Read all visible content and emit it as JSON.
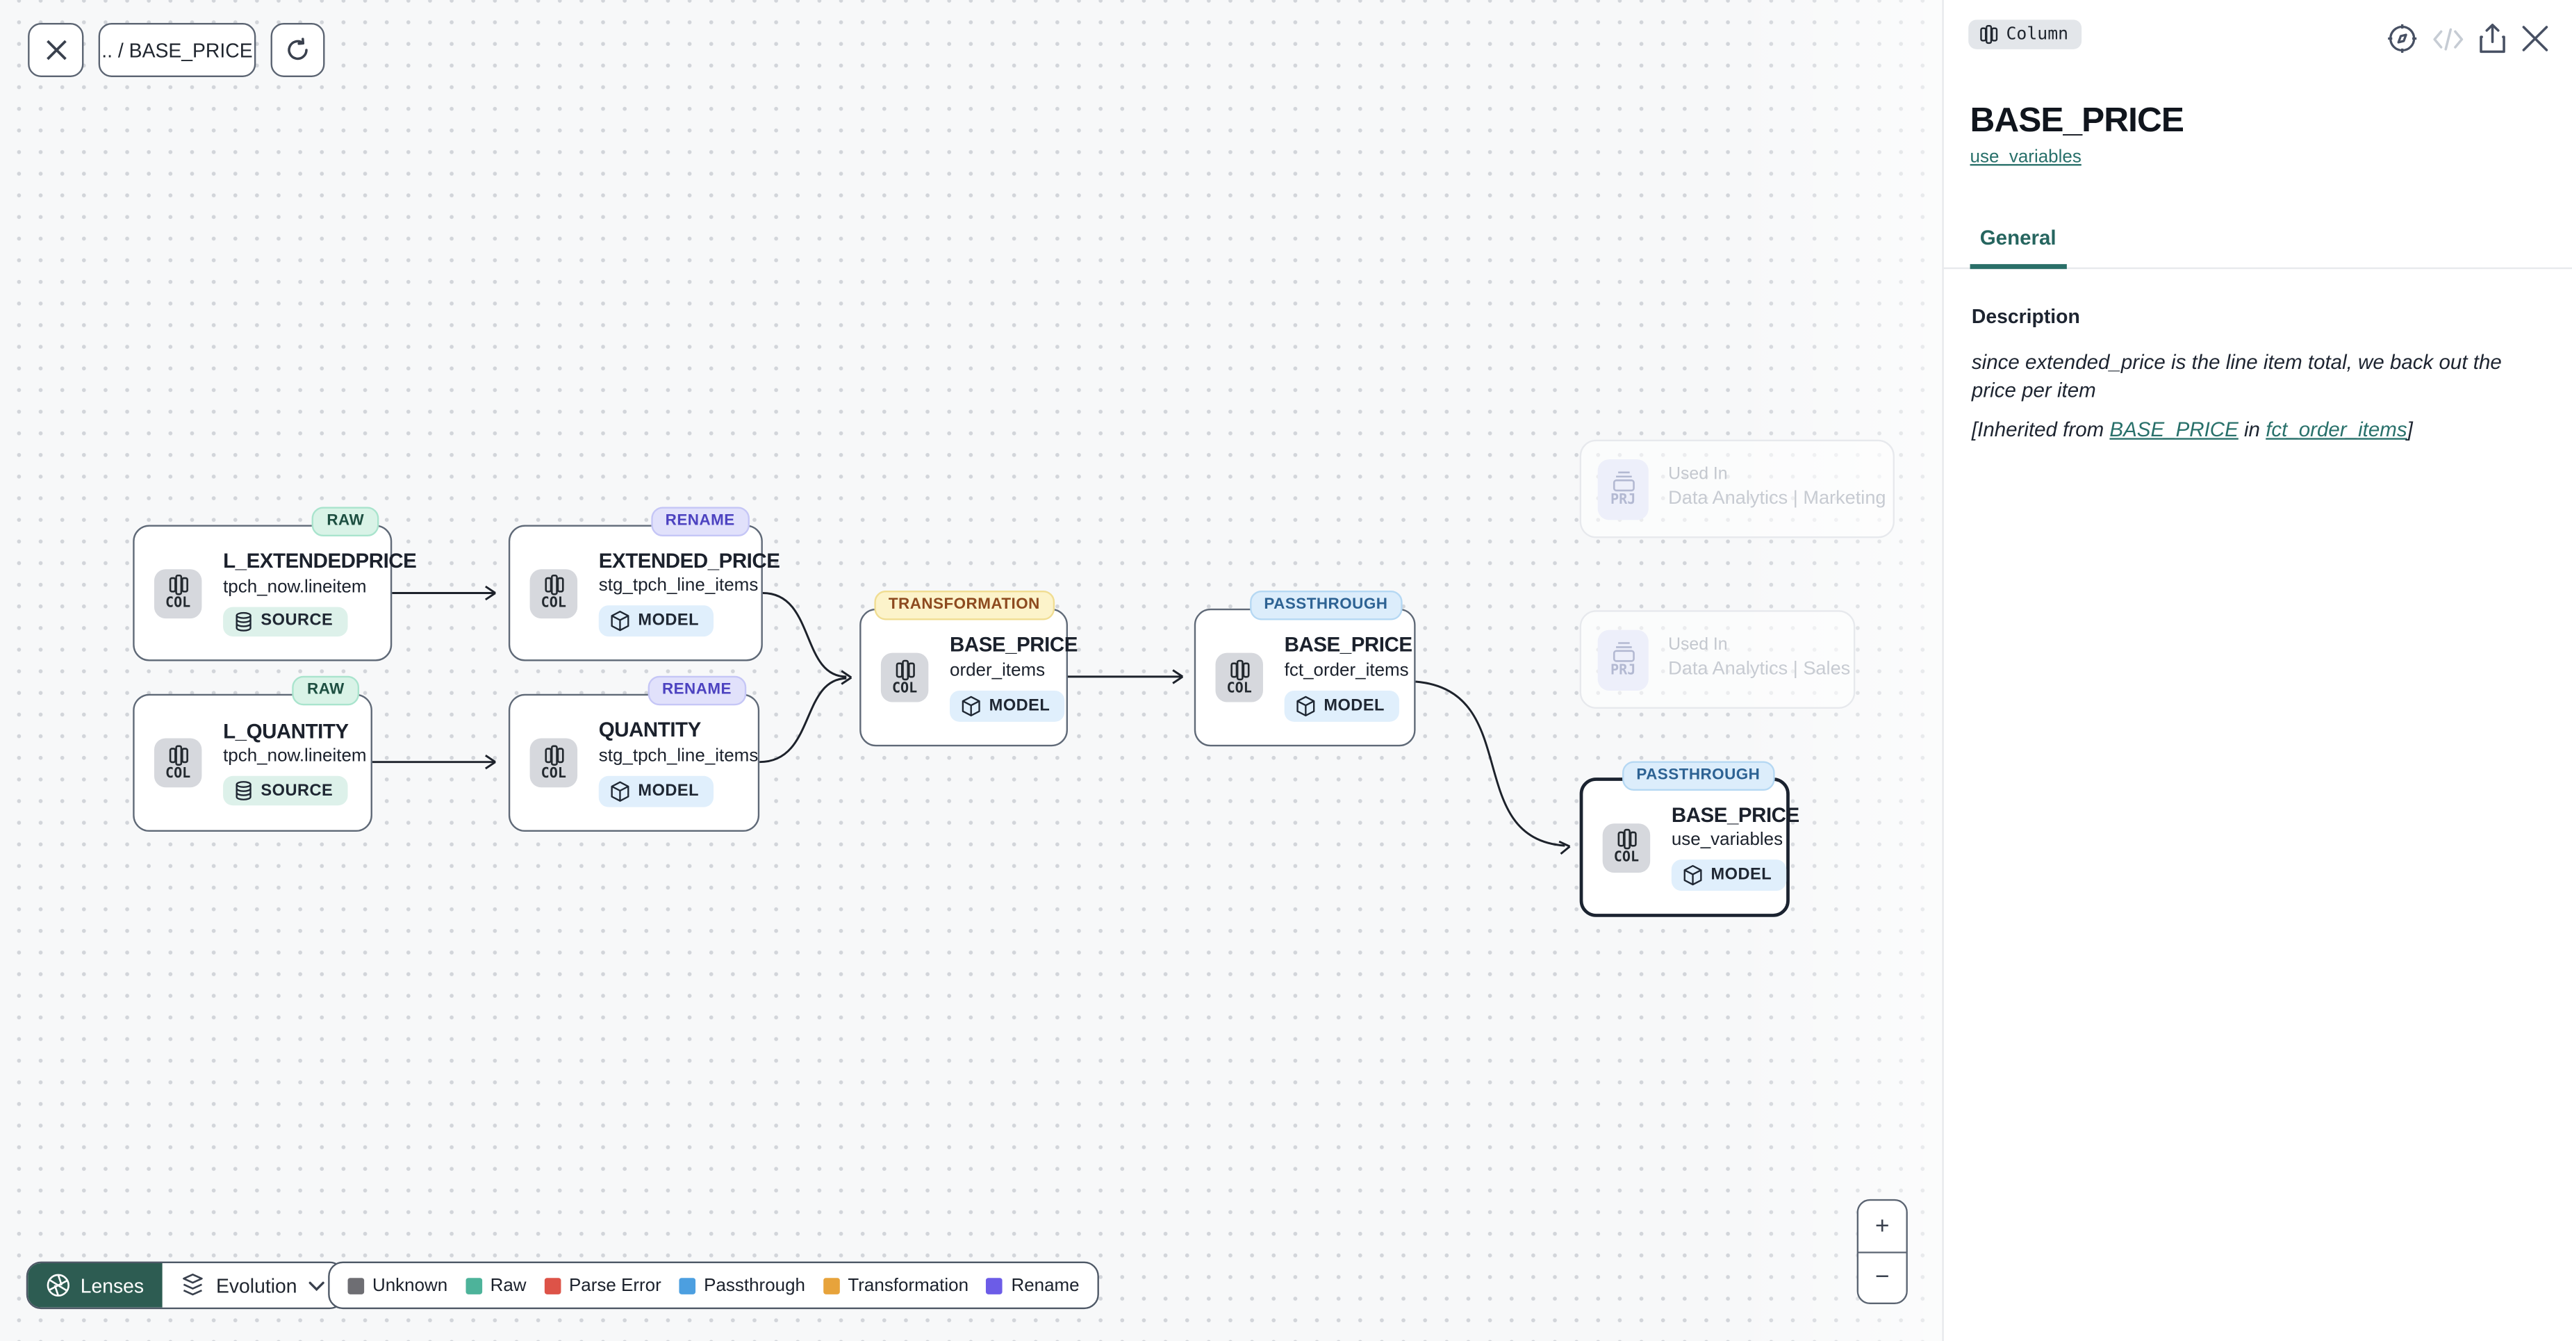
{
  "canvas": {
    "toolbar": {
      "breadcrumb": ".. / BASE_PRICE"
    },
    "nodes": [
      {
        "badge": "RAW",
        "title": "L_EXTENDEDPRICE",
        "subtitle": "tpch_now.lineitem",
        "type": "SOURCE",
        "chip": "COL"
      },
      {
        "badge": "RENAME",
        "title": "EXTENDED_PRICE",
        "subtitle": "stg_tpch_line_items",
        "type": "MODEL",
        "chip": "COL"
      },
      {
        "badge": "RAW",
        "title": "L_QUANTITY",
        "subtitle": "tpch_now.lineitem",
        "type": "SOURCE",
        "chip": "COL"
      },
      {
        "badge": "RENAME",
        "title": "QUANTITY",
        "subtitle": "stg_tpch_line_items",
        "type": "MODEL",
        "chip": "COL"
      },
      {
        "badge": "TRANSFORMATION",
        "title": "BASE_PRICE",
        "subtitle": "order_items",
        "type": "MODEL",
        "chip": "COL"
      },
      {
        "badge": "PASSTHROUGH",
        "title": "BASE_PRICE",
        "subtitle": "fct_order_items",
        "type": "MODEL",
        "chip": "COL"
      },
      {
        "badge": "PASSTHROUGH",
        "title": "BASE_PRICE",
        "subtitle": "use_variables",
        "type": "MODEL",
        "chip": "COL"
      }
    ],
    "used_in": [
      {
        "chip": "PRJ",
        "label": "Used In",
        "project": "Data Analytics | Marketing"
      },
      {
        "chip": "PRJ",
        "label": "Used In",
        "project": "Data Analytics | Sales"
      }
    ],
    "lenses": {
      "button": "Lenses",
      "selected_lens": "Evolution"
    },
    "legend": [
      {
        "label": "Unknown",
        "color": "#6e6e73"
      },
      {
        "label": "Raw",
        "color": "#4db39a"
      },
      {
        "label": "Parse Error",
        "color": "#dd5348"
      },
      {
        "label": "Passthrough",
        "color": "#4c9fe0"
      },
      {
        "label": "Transformation",
        "color": "#e7a33b"
      },
      {
        "label": "Rename",
        "color": "#6c5ce7"
      }
    ],
    "zoom": {
      "in": "+",
      "out": "−"
    }
  },
  "panel": {
    "type_badge": "Column",
    "title": "BASE_PRICE",
    "model_link": "use_variables",
    "tabs": [
      {
        "label": "General",
        "active": true
      }
    ],
    "section_heading": "Description",
    "description": "since extended_price is the line item total, we back out the price per item",
    "inherited": {
      "prefix": "[Inherited from ",
      "link1": "BASE_PRICE",
      "middle": " in ",
      "link2": "fct_order_items",
      "suffix": "]"
    }
  },
  "colors": {
    "accent_teal": "#2a6f68",
    "lenses_button": "#2d5c52",
    "selected_node_border": "#1b2330"
  }
}
